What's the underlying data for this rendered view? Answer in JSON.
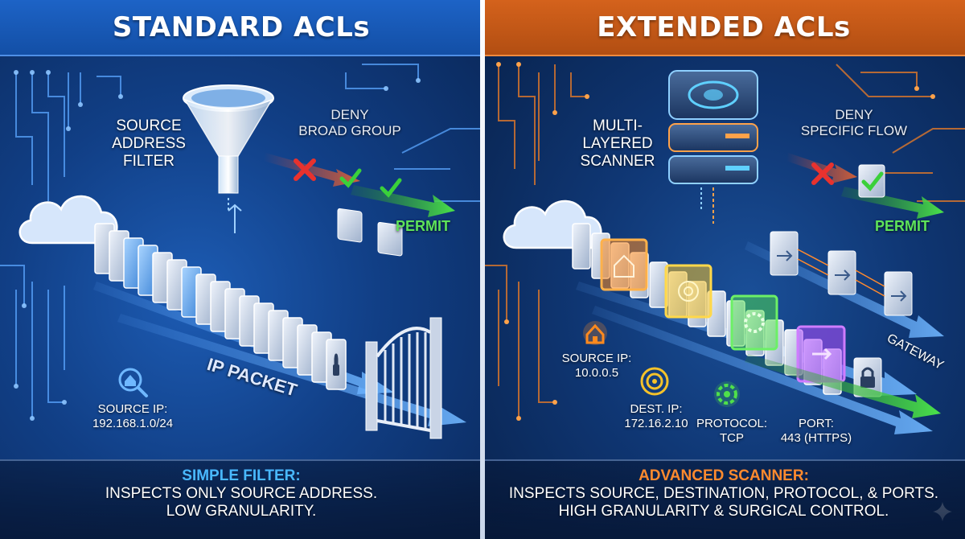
{
  "standard": {
    "title": "STANDARD ACLs",
    "filter_label_lines": [
      "SOURCE",
      "ADDRESS",
      "FILTER"
    ],
    "deny_lines": [
      "DENY",
      "BROAD GROUP"
    ],
    "permit": "PERMIT",
    "packet_label": "IP PACKET",
    "source_ip_label": "SOURCE IP:",
    "source_ip_value": "192.168.1.0/24",
    "footer_heading": "SIMPLE FILTER:",
    "footer_lines": [
      "INSPECTS ONLY SOURCE ADDRESS.",
      "LOW GRANULARITY."
    ],
    "accent": "#1d63c6"
  },
  "extended": {
    "title": "EXTENDED ACLs",
    "scanner_label_lines": [
      "MULTI-",
      "LAYERED",
      "SCANNER"
    ],
    "deny_lines": [
      "DENY",
      "SPECIFIC FLOW"
    ],
    "permit": "PERMIT",
    "gateway_label": "GATEWAY",
    "source_ip_label": "SOURCE IP:",
    "source_ip_value": "10.0.0.5",
    "dest_ip_label": "DEST. IP:",
    "dest_ip_value": "172.16.2.10",
    "protocol_label": "PROTOCOL:",
    "protocol_value": "TCP",
    "port_label": "PORT:",
    "port_value": "443 (HTTPS)",
    "footer_heading": "ADVANCED SCANNER:",
    "footer_lines": [
      "INSPECTS SOURCE, DESTINATION, PROTOCOL, & PORTS.",
      "HIGH GRANULARITY & SURGICAL CONTROL."
    ],
    "accent": "#d4621c"
  },
  "icons": {
    "cloud": "cloud-icon",
    "funnel": "funnel-icon",
    "deny": "x-mark-icon",
    "approve": "checkmark-icon",
    "lock": "padlock-icon",
    "gate": "gate-icon",
    "house": "house-icon",
    "target": "target-icon",
    "gear": "gear-icon",
    "server": "server-stack-icon",
    "sparkle": "sparkle-icon"
  },
  "colors": {
    "permit_green": "#5ee35a",
    "deny_red": "#e8322e",
    "source_orange": "#ff8a1e",
    "dest_yellow": "#f5c22a",
    "protocol_green": "#4fe04a",
    "port_purple": "#b04cff"
  }
}
